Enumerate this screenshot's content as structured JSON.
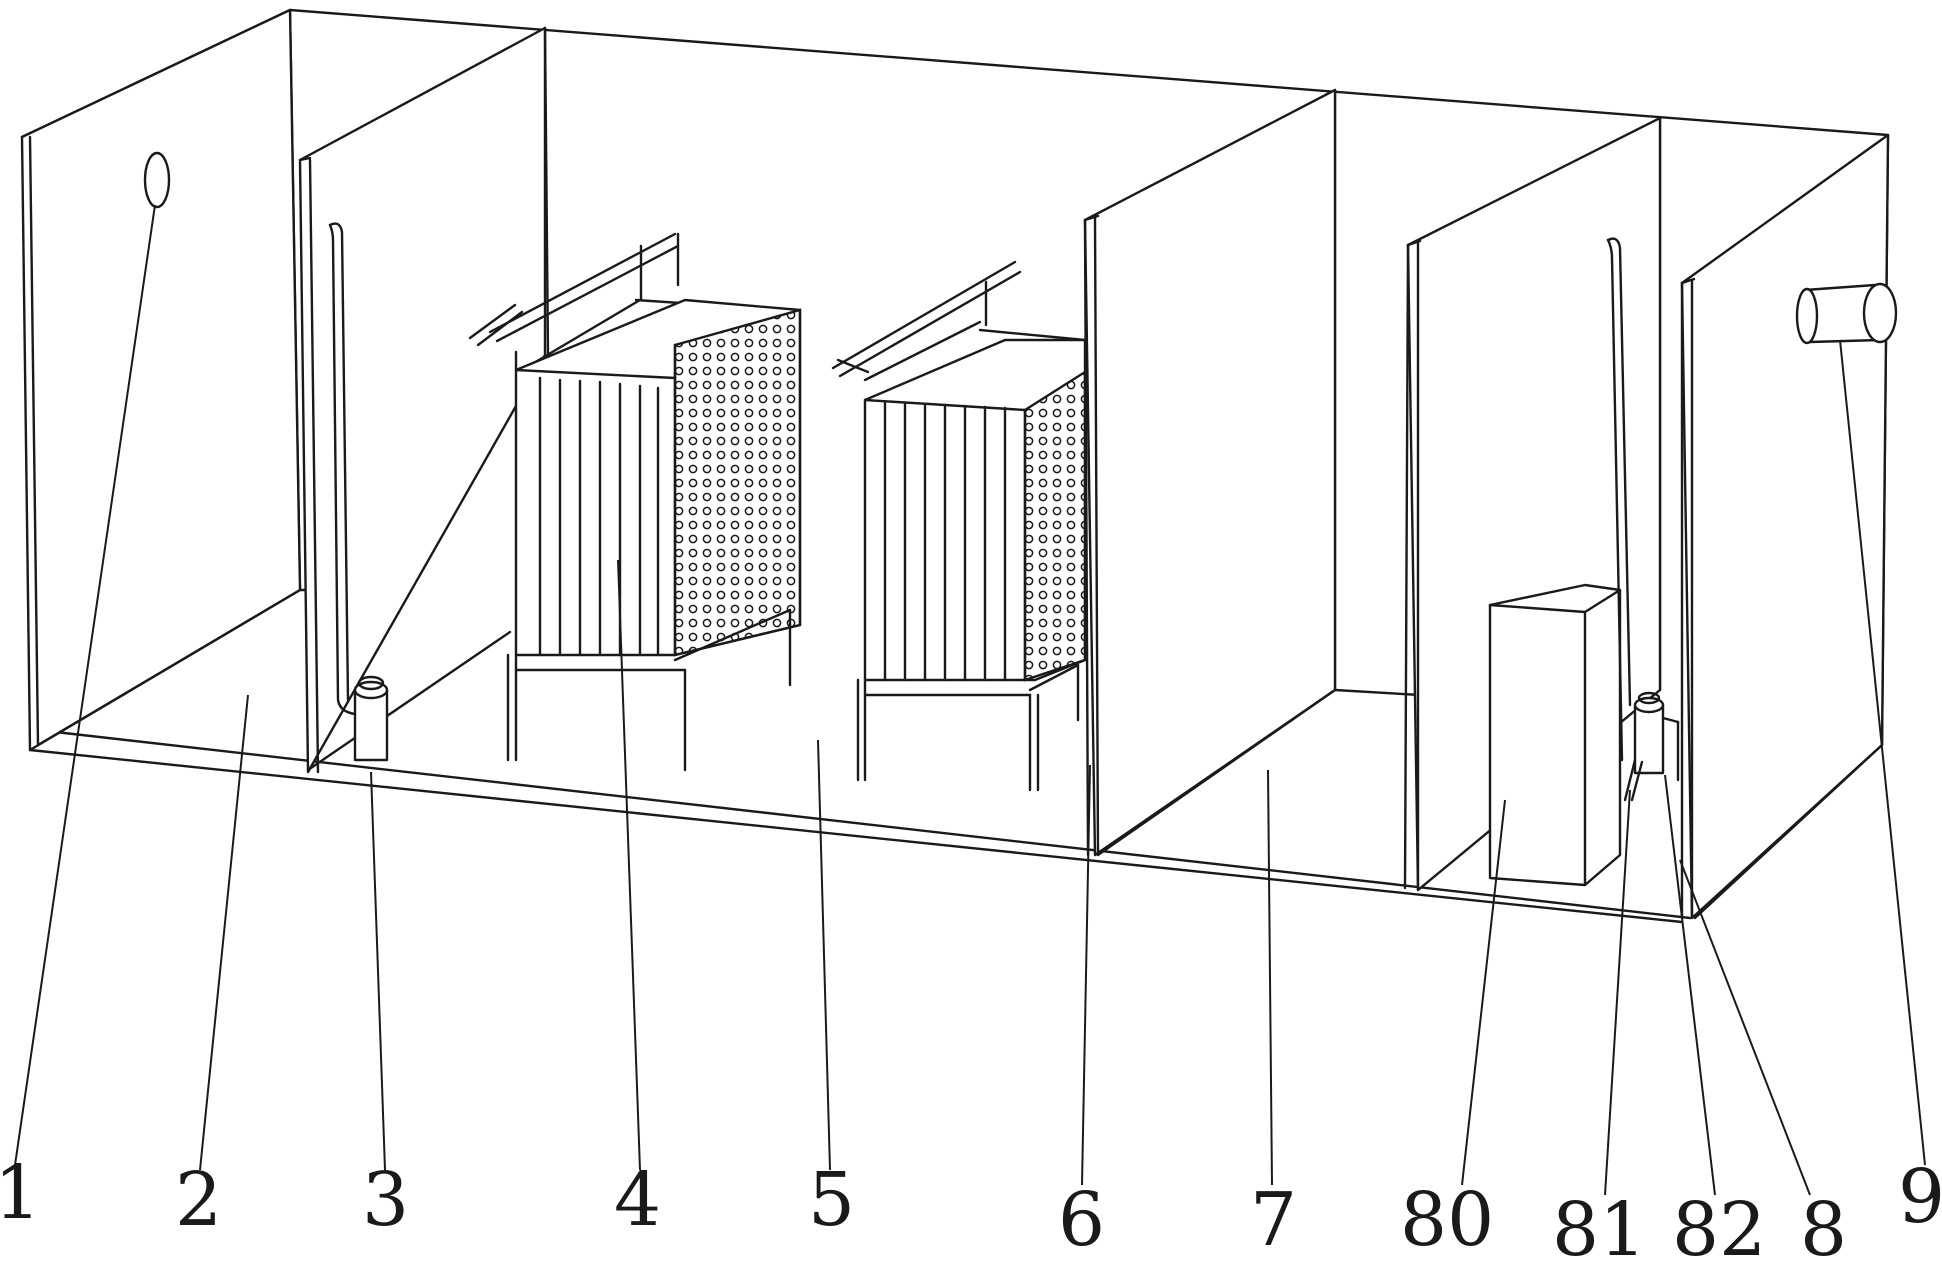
{
  "figure": {
    "labels": [
      "1",
      "2",
      "3",
      "4",
      "5",
      "6",
      "7",
      "80",
      "81",
      "82",
      "8",
      "9"
    ]
  }
}
